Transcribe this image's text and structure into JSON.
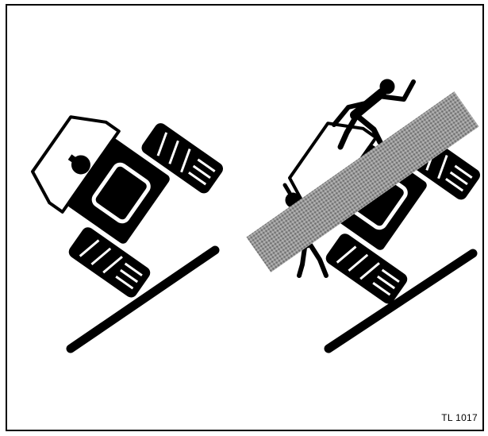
{
  "figure": {
    "reference_code": "TL 1017",
    "panels": [
      {
        "id": "correct",
        "subject": "tractor-on-slope",
        "crossed_out": false
      },
      {
        "id": "incorrect",
        "subject": "tractor-rollover-with-persons",
        "crossed_out": true
      }
    ],
    "colors": {
      "ink": "#000000",
      "paper": "#ffffff",
      "cross_bar": "#8a8a8a"
    }
  }
}
